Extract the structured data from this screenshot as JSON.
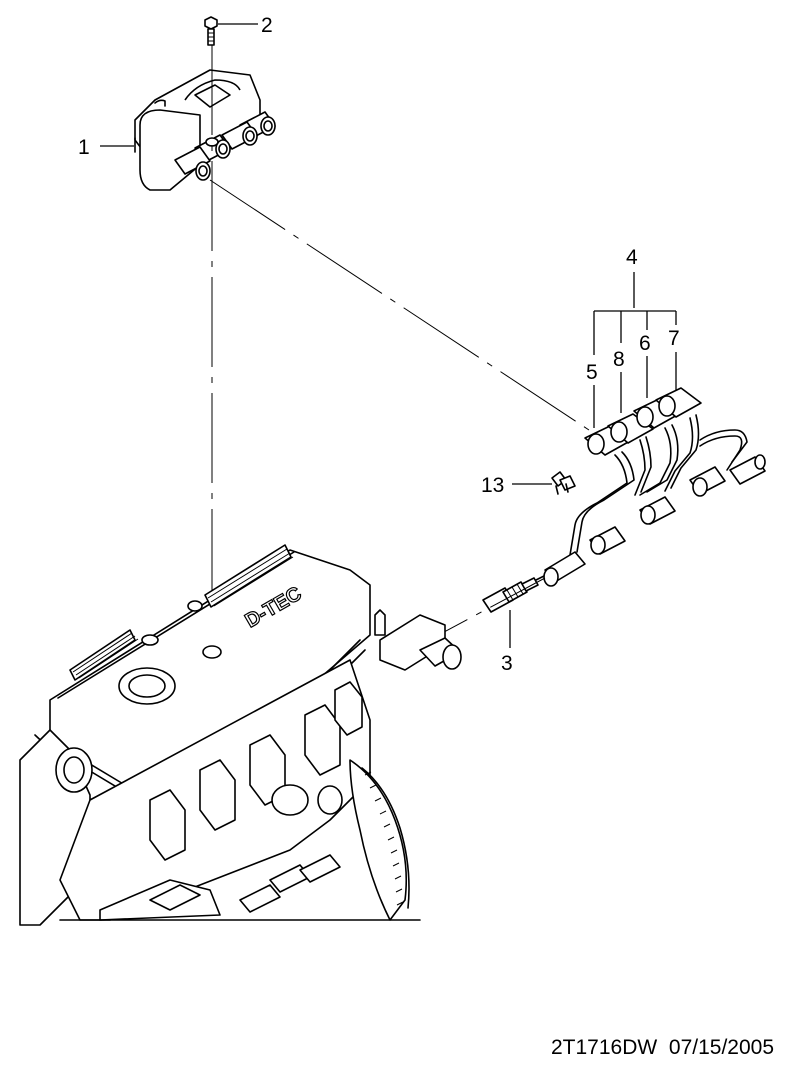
{
  "callouts": {
    "c1": "1",
    "c2": "2",
    "c3": "3",
    "c4": "4",
    "c5": "5",
    "c6": "6",
    "c7": "7",
    "c8": "8",
    "c13": "13"
  },
  "engine_cover_marking": "D-TEC",
  "footer": {
    "diagram_id": "2T1716DW",
    "date": "07/15/2005"
  }
}
